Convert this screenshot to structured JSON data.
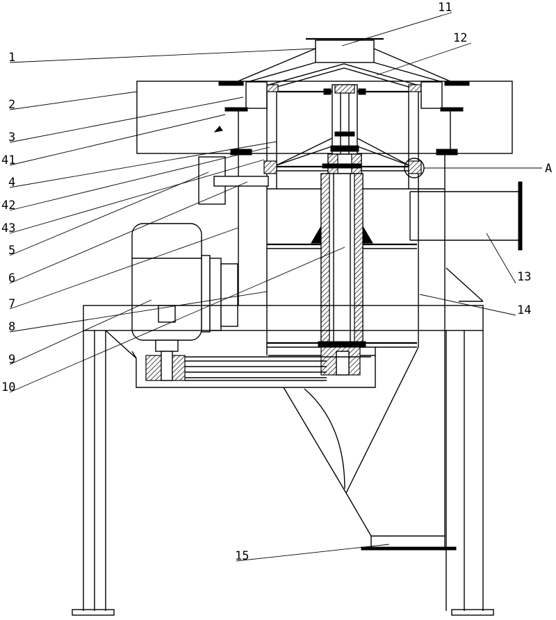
{
  "labels_left": [
    "1",
    "2",
    "3",
    "41",
    "4",
    "42",
    "43",
    "5",
    "6",
    "7",
    "8",
    "9",
    "10"
  ],
  "labels_right": [
    "11",
    "12",
    "A",
    "13",
    "14",
    "15"
  ]
}
